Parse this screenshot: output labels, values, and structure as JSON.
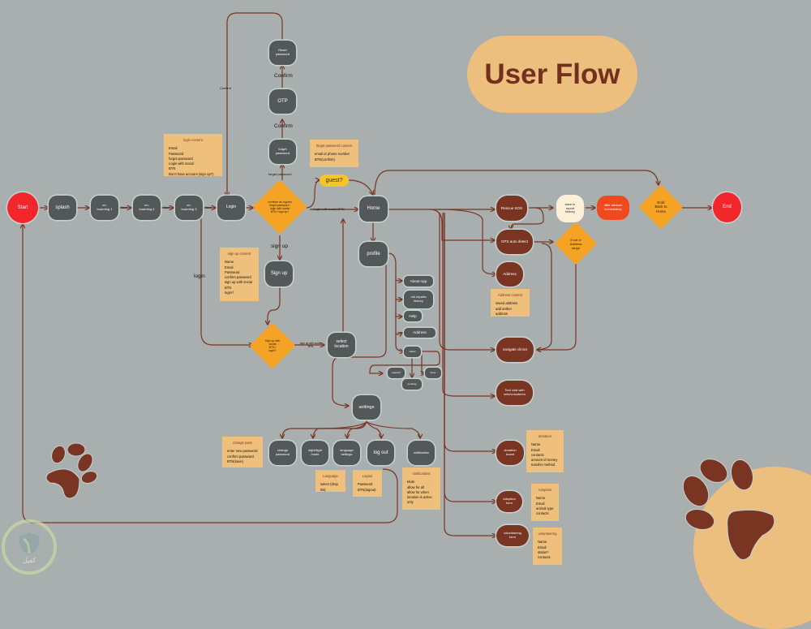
{
  "title": "User Flow",
  "colors": {
    "background": "#a9aeae",
    "screen_node": "#535858",
    "feature_node": "#7a3522",
    "terminal": "#f3262b",
    "decision": "#f4a325",
    "note": "#eec07c",
    "connector": "#7a3522",
    "title_text": "#73301d",
    "guest": "#f6c52a",
    "offer_advices": "#ee4a1e",
    "save_history": "#fcf1d8"
  },
  "nodes": {
    "start": "Start",
    "splash": "splash",
    "onboarding1": "on-\nboarding 1",
    "onboarding2": "on-\nboarding 2",
    "onboarding3": "on-\nboarding 3",
    "login": "Login",
    "forget_password": "forget\npassword",
    "otp": "OTP",
    "reset_password": "Reset\npassword",
    "sign_up": "Sign up",
    "select_location": "select\nlocation",
    "home": "Home",
    "profile": "profile",
    "about_app": "About App",
    "old_reports": "old reports\nhistory",
    "help": "Help",
    "address_profile": "Address",
    "status": "status",
    "status_pending": "pending",
    "status_rejected": "rejected",
    "status_done": "done",
    "settings": "settings",
    "change_password": "change\npassword",
    "night_light": "night/light\nmode",
    "language_settings": "language\nsettings",
    "log_out": "log out",
    "notification": "notification",
    "rescue_sos": "Rescue SOS",
    "save_history": "save in\nreport\nhistory",
    "offer_advices": "offer advices\nimmediately",
    "gps_auto_detect": "GPS auto detect",
    "address": "Address",
    "navigate_clinics": "navigate clinics",
    "text_chat": "Text chat with\nvets/volunteers",
    "donation_board": "donation\nboard",
    "adoption_form": "Adoption\nform",
    "volunteering_form": "volunteering\nform",
    "end": "End"
  },
  "decisions": {
    "login_options": "continue as a guest\nforget password /\nlogin with social\nBTN / sign up?",
    "signup_options": "Sign up with\nsocial\nBTN /\nlogin?",
    "address_range": "if out of\nAddress\nrange",
    "end_home": "End/\nBack to\nHome"
  },
  "guest_label": "guest?",
  "edge_labels": {
    "next1": "Next",
    "next2": "Next",
    "next3": "Next",
    "confirm_otp": "Confirm",
    "confirm_reset": "Confirm",
    "confirm_back": "Confirm",
    "forget_password": "forget password",
    "sign_up": "sign up",
    "login": "login",
    "login_social": "Login with social BTN",
    "signup_social": "sign up with social\nBTN"
  },
  "notes": {
    "login_content": {
      "title": "login content",
      "items": [
        "Email",
        "Password",
        "forgot password",
        "Login with social",
        "BTN",
        "Don't have account (sign up?)"
      ]
    },
    "forget_password_content": {
      "title": "forget password content",
      "items": [
        "email or phone number",
        "BTN(confirm)"
      ]
    },
    "sign_up_content": {
      "title": "sign up content",
      "items": [
        "Name",
        "Email",
        "Password",
        "confirm password",
        "sign up with social",
        "BTN",
        "login?"
      ]
    },
    "address_content": {
      "title": "Address content",
      "items": [
        "saved address",
        "add anther address"
      ]
    },
    "change_pass": {
      "title": "change pass",
      "items": [
        "enter new password",
        "confirm password",
        "BTN(save)"
      ]
    },
    "language": {
      "title": "Language",
      "items": [
        "select (drop list)"
      ]
    },
    "logout": {
      "title": "Logout",
      "items": [
        "Password",
        "BTN(logout)"
      ]
    },
    "notifications": {
      "title": "notifications",
      "items": [
        "Mute",
        "allow for all",
        "allow for when",
        "location is active",
        "only"
      ]
    },
    "donation": {
      "title": "donation",
      "items": [
        "Name",
        "Email",
        "contacts",
        "amount of money",
        "transfer method"
      ]
    },
    "adoption": {
      "title": "Adoption",
      "items": [
        "Name",
        "Email",
        "animal type",
        "contacts"
      ]
    },
    "volunteering": {
      "title": "volunteering",
      "items": [
        "Name",
        "Email",
        "status?",
        "contacts"
      ]
    }
  },
  "watermark": {
    "text": "كفيل",
    "icon": "shield-leaf-icon"
  }
}
